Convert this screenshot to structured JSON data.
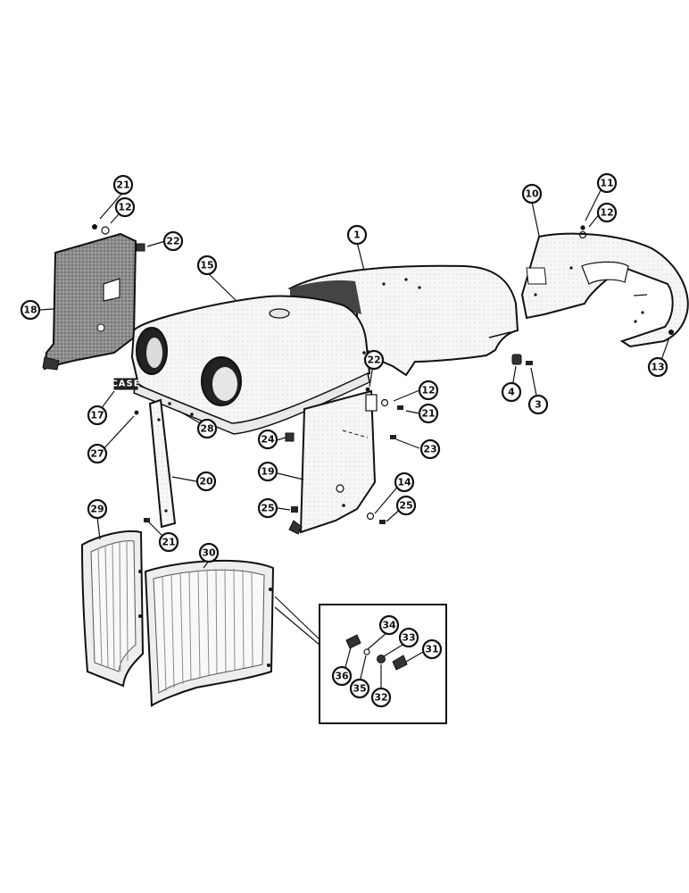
{
  "diagram": {
    "brand_emblem": "CASE",
    "callouts": [
      "21",
      "12",
      "22",
      "18",
      "15",
      "1",
      "10",
      "11",
      "12",
      "13",
      "4",
      "3",
      "22",
      "12",
      "21",
      "17",
      "27",
      "28",
      "24",
      "23",
      "20",
      "19",
      "14",
      "25",
      "25",
      "21",
      "29",
      "30",
      "34",
      "33",
      "31",
      "36",
      "35",
      "32"
    ]
  },
  "colors": {
    "ink": "#111111",
    "panel": "#f6f6f4",
    "shading": "#9a9a9a",
    "background": "#ffffff"
  }
}
